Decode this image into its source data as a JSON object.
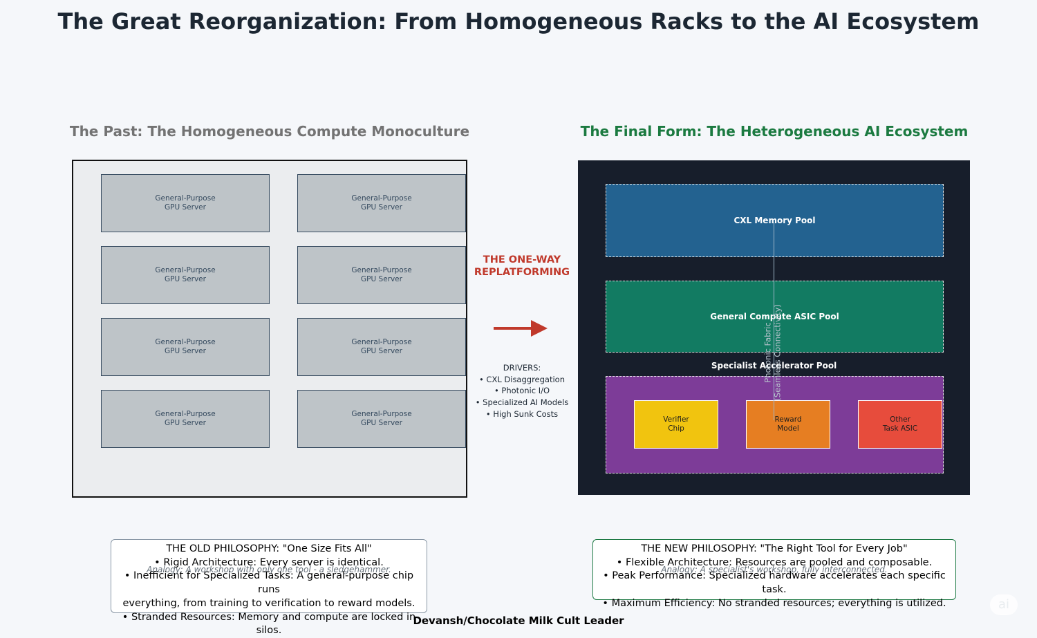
{
  "title": "The Great Reorganization: From Homogeneous Racks to the AI Ecosystem",
  "past": {
    "title": "The Past: The Homogeneous Compute Monoculture",
    "servers": [
      "General-Purpose\nGPU Server",
      "General-Purpose\nGPU Server",
      "General-Purpose\nGPU Server",
      "General-Purpose\nGPU Server",
      "General-Purpose\nGPU Server",
      "General-Purpose\nGPU Server",
      "General-Purpose\nGPU Server",
      "General-Purpose\nGPU Server"
    ]
  },
  "transition": {
    "label": "THE ONE-WAY\nREPLATFORMING",
    "drivers_title": "DRIVERS:",
    "drivers": [
      "• CXL Disaggregation",
      "• Photonic I/O",
      "• Specialized AI Models",
      "• High Sunk Costs"
    ]
  },
  "future": {
    "title": "The Final Form: The Heterogeneous AI Ecosystem",
    "cxl_pool": "CXL Memory Pool",
    "asic_pool": "General Compute ASIC Pool",
    "specialist_pool": "Specialist Accelerator Pool",
    "chips": [
      {
        "label": "Verifier\nChip",
        "color": "#f1c40f"
      },
      {
        "label": "Reward\nModel",
        "color": "#e67e22"
      },
      {
        "label": "Other\nTask ASIC",
        "color": "#e74c3c"
      }
    ],
    "fabric": "Photonic Fabric\n(Seamless Connectivity)"
  },
  "old_philosophy": {
    "heading": "THE OLD PHILOSOPHY: \"One Size Fits All\"",
    "points": [
      "• Rigid Architecture: Every server is identical.",
      "• Inefficient for Specialized Tasks: A general-purpose chip runs\neverything, from training to verification to reward models.",
      "• Stranded Resources: Memory and compute are locked in silos."
    ],
    "analogy": "Analogy: A workshop with only one tool - a sledgehammer."
  },
  "new_philosophy": {
    "heading": "THE NEW PHILOSOPHY: \"The Right Tool for Every Job\"",
    "points": [
      "• Flexible Architecture: Resources are pooled and composable.",
      "• Peak Performance: Specialized hardware accelerates each specific task.",
      "• Maximum Efficiency: No stranded resources; everything is utilized."
    ],
    "analogy": "Analogy: A specialist's workshop, fully interconnected."
  },
  "credit": "Devansh/Chocolate Milk Cult Leader",
  "logo_text": "ai",
  "colors": {
    "past_title": "#737373",
    "future_title": "#1b7a40",
    "transition": "#c0392b",
    "cxl": "#236290",
    "asic": "#127b62",
    "specialist": "#7d3c98"
  }
}
